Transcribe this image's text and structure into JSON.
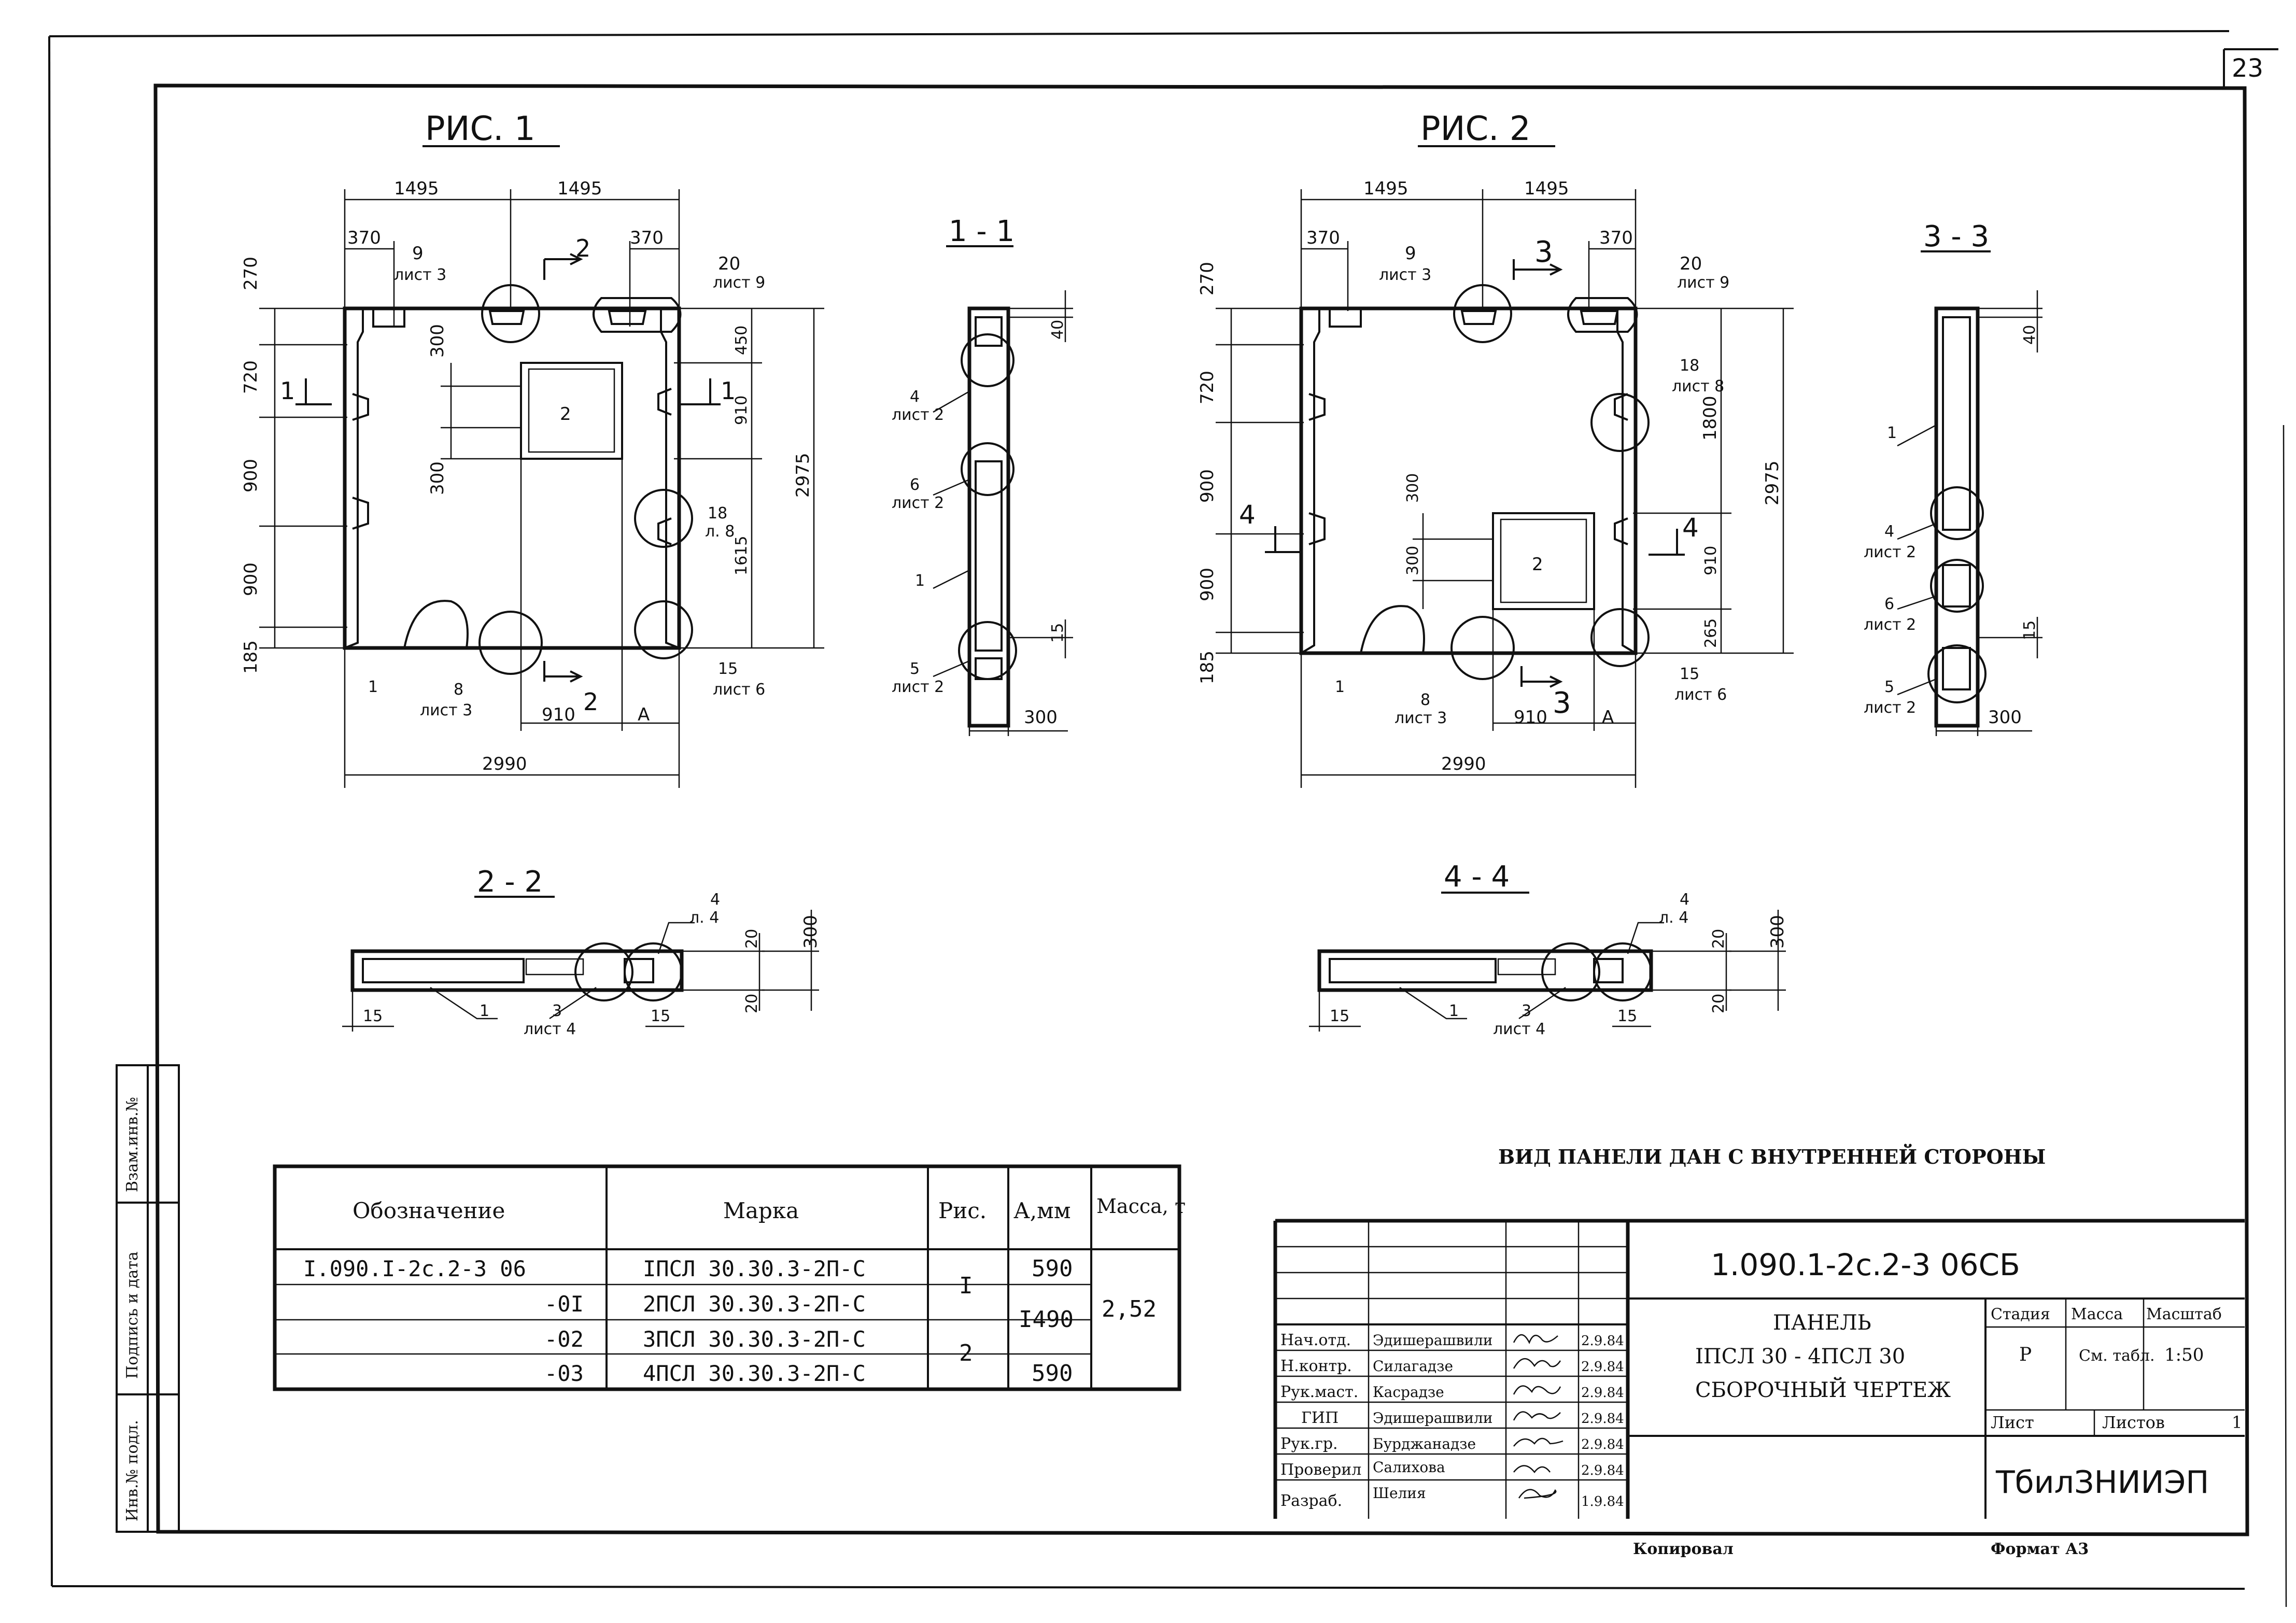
{
  "sheet_number": "23",
  "figures": {
    "fig1_title": "РИС. 1",
    "fig2_title": "РИС. 2"
  },
  "fig1": {
    "top_dims": [
      "1495",
      "1495"
    ],
    "left_370": "370",
    "right_370": "370",
    "callout_9": "9",
    "callout_9_sheet": "лист 3",
    "callout_20": "20",
    "callout_20_sheet": "лист 9",
    "section_arrow_top": "2",
    "section_arrow_bottom": "2",
    "left_dims": [
      "270",
      "720",
      "900",
      "900",
      "185"
    ],
    "inner_dims": [
      "300",
      "300"
    ],
    "right_inner_dims": [
      "450",
      "910",
      "1615"
    ],
    "height_total": "2975",
    "window_mark": "2",
    "arrow_left": "1",
    "arrow_right": "1",
    "callout_18": "18",
    "callout_18_sheet": "л. 8",
    "callout_15": "15",
    "callout_15_sheet": "лист 6",
    "callout_1": "1",
    "callout_8": "8",
    "callout_8_sheet": "лист 3",
    "bottom_910": "910",
    "bottom_A": "А",
    "width_total": "2990"
  },
  "fig2": {
    "top_dims": [
      "1495",
      "1495"
    ],
    "left_370": "370",
    "right_370": "370",
    "callout_9": "9",
    "callout_9_sheet": "лист 3",
    "callout_20": "20",
    "callout_20_sheet": "лист 9",
    "section_arrow_top": "3",
    "section_arrow_bottom": "3",
    "left_dims": [
      "270",
      "720",
      "900",
      "900",
      "185"
    ],
    "inner_dims": [
      "300",
      "300"
    ],
    "right_inner_dims": [
      "1800",
      "910",
      "265"
    ],
    "height_total": "2975",
    "window_mark": "2",
    "arrow_left": "4",
    "arrow_right": "4",
    "callout_18": "18",
    "callout_18_sheet": "лист 8",
    "callout_15": "15",
    "callout_15_sheet": "лист 6",
    "callout_1": "1",
    "callout_8": "8",
    "callout_8_sheet": "лист 3",
    "bottom_910": "910",
    "bottom_A": "А",
    "width_total": "2990"
  },
  "sections": {
    "s11": {
      "title": "1 - 1",
      "top_dim": "40",
      "bot_dim": "15",
      "width": "300",
      "c4": "4",
      "c4_sheet": "лист 2",
      "c6": "6",
      "c6_sheet": "лист 2",
      "c1": "1",
      "c5": "5",
      "c5_sheet": "лист 2"
    },
    "s33": {
      "title": "3 - 3",
      "top_dim": "40",
      "bot_dim": "15",
      "width": "300",
      "c1": "1",
      "c4": "4",
      "c4_sheet": "лист 2",
      "c6": "6",
      "c6_sheet": "лист 2",
      "c5": "5",
      "c5_sheet": "лист 2"
    },
    "s22": {
      "title": "2 - 2",
      "c4": "4",
      "c4_sheet": "л. 4",
      "d20a": "20",
      "d300": "300",
      "d20b": "20",
      "d15a": "15",
      "c1": "1",
      "c3": "3",
      "c3_sheet": "лист 4",
      "d15b": "15"
    },
    "s44": {
      "title": "4 - 4",
      "c4": "4",
      "c4_sheet": "л. 4",
      "d20a": "20",
      "d300": "300",
      "d20b": "20",
      "d15a": "15",
      "c1": "1",
      "c3": "3",
      "c3_sheet": "лист 4",
      "d15b": "15"
    }
  },
  "note": "ВИД ПАНЕЛИ ДАН С ВНУТРЕННЕЙ СТОРОНЫ",
  "spec_table": {
    "headers": [
      "Обозначение",
      "Марка",
      "Рис.",
      "А,мм",
      "Масса, т"
    ],
    "rows": [
      {
        "designation": "I.090.I-2c.2-3 06",
        "mark": "IПСЛ 30.30.3-2П-С",
        "a": "590"
      },
      {
        "designation": "-0I",
        "mark": "2ПСЛ 30.30.3-2П-С",
        "a": "I490"
      },
      {
        "designation": "-02",
        "mark": "3ПСЛ 30.30.3-2П-С",
        "a": ""
      },
      {
        "designation": "-03",
        "mark": "4ПСЛ 30.30.3-2П-С",
        "a": "590"
      }
    ],
    "fig_values": [
      "I",
      "2"
    ],
    "mass": "2,52"
  },
  "side_stamp": {
    "col1": "Инв.№ подл.",
    "col2": "Подпись и дата",
    "col3": "Взам.инв.№"
  },
  "title_block": {
    "doc_code": "1.090.1-2c.2-3  06CБ",
    "title_line1": "ПАНЕЛЬ",
    "title_line2": "IПСЛ 30 - 4ПСЛ 30",
    "title_line3": "СБОРОЧНЫЙ  ЧЕРТЕЖ",
    "stage_header": "Стадия",
    "mass_header": "Масса",
    "scale_header": "Масштаб",
    "stage": "Р",
    "mass_value": "См. табл.",
    "scale": "1:50",
    "sheet_label": "Лист",
    "sheets_label": "Листов",
    "sheets_count": "1",
    "org": "ТбилЗНИИЭП",
    "people": [
      {
        "role": "Нач.отд.",
        "name": "Эдишерашвили",
        "date": "2.9.84"
      },
      {
        "role": "Н.контр.",
        "name": "Силагадзе",
        "date": "2.9.84"
      },
      {
        "role": "Рук.маст.",
        "name": "Касрадзе",
        "date": "2.9.84"
      },
      {
        "role": "ГИП",
        "name": "Эдишерашвили",
        "date": "2.9.84"
      },
      {
        "role": "Рук.гр.",
        "name": "Бурджанадзе",
        "date": "2.9.84"
      },
      {
        "role": "Проверил",
        "name": "Салихова",
        "date": "2.9.84"
      },
      {
        "role": "Разраб.",
        "name": "Шелия",
        "date": "1.9.84"
      }
    ]
  },
  "footer": {
    "copied": "Копировал",
    "format": "Формат А3"
  }
}
